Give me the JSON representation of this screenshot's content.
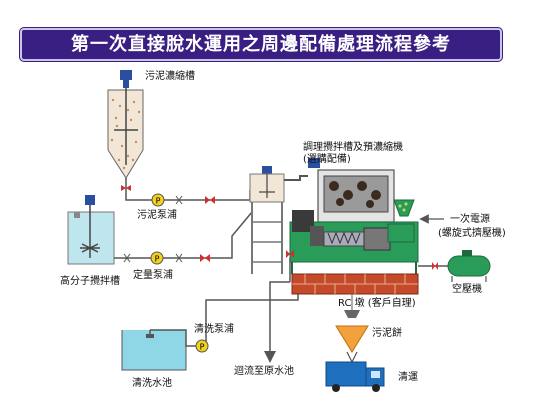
{
  "title": "第一次直接脫水運用之周邊配備處理流程參考",
  "labels": {
    "sludge_thickening_tank": "污泥濃縮槽",
    "sludge_pump": "污泥泵浦",
    "polymer_mixing_tank": "高分子攪拌槽",
    "metering_pump": "定量泵浦",
    "conditioning_tank_line1": "調理攪拌槽及預濃縮機",
    "conditioning_tank_line2": "(選購配備)",
    "primary_power": "一次電源",
    "screw_press": "(螺旋式擠壓機)",
    "air_compressor": "空壓機",
    "rc_base": "RC 墩 (客戶自理)",
    "wash_pump": "清洗泵浦",
    "sludge_cake": "污泥餅",
    "return_to_raw": "迴流至原水池",
    "wash_tank": "清洗水池",
    "transport": "清運",
    "pump_symbol": "P"
  },
  "colors": {
    "title_bg": "#3a1f82",
    "pipe": "#555555",
    "tank_fill": "#bfe6ef",
    "wash_fill": "#8fd6e6",
    "frame_green": "#2a9c5a",
    "brick": "#c44a2a",
    "pump_yellow": "#f2d21b",
    "valve_red": "#d03030",
    "truck_blue": "#1f6fbf"
  }
}
